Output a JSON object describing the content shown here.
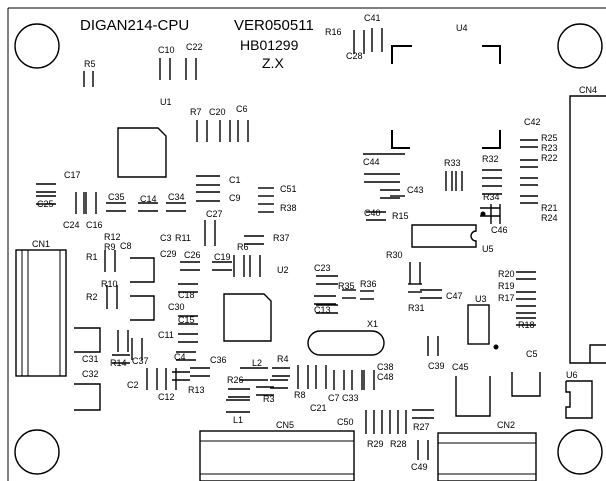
{
  "board": {
    "title_lines": [
      "DIGAN214-CPU",
      "VER050511",
      "HB01299",
      "Z.X"
    ]
  },
  "components": {
    "ics": [
      "U1",
      "U2",
      "U3",
      "U4",
      "U5",
      "U6"
    ],
    "connectors": [
      "CN1",
      "CN2",
      "CN4",
      "CN5"
    ],
    "crystals": [
      "X1"
    ],
    "inductors": [
      "L1",
      "L2"
    ],
    "capacitors": [
      "C1",
      "C2",
      "C3",
      "C4",
      "C5",
      "C6",
      "C7",
      "C8",
      "C9",
      "C10",
      "C11",
      "C12",
      "C13",
      "C14",
      "C15",
      "C16",
      "C17",
      "C18",
      "C19",
      "C20",
      "C21",
      "C22",
      "C23",
      "C24",
      "C25",
      "C26",
      "C27",
      "C28",
      "C29",
      "C30",
      "C31",
      "C32",
      "C33",
      "C34",
      "C35",
      "C36",
      "C37",
      "C38",
      "C39",
      "C40",
      "C41",
      "C42",
      "C43",
      "C44",
      "C45",
      "C46",
      "C47",
      "C48",
      "C49",
      "C50",
      "C51"
    ],
    "resistors": [
      "R1",
      "R2",
      "R3",
      "R4",
      "R5",
      "R6",
      "R7",
      "R8",
      "R9",
      "R10",
      "R11",
      "R12",
      "R13",
      "R14",
      "R15",
      "R16",
      "R17",
      "R18",
      "R19",
      "R20",
      "R21",
      "R22",
      "R23",
      "R24",
      "R25",
      "R26",
      "R27",
      "R28",
      "R29",
      "R30",
      "R31",
      "R32",
      "R33",
      "R34",
      "R35",
      "R36",
      "R37",
      "R38"
    ]
  }
}
